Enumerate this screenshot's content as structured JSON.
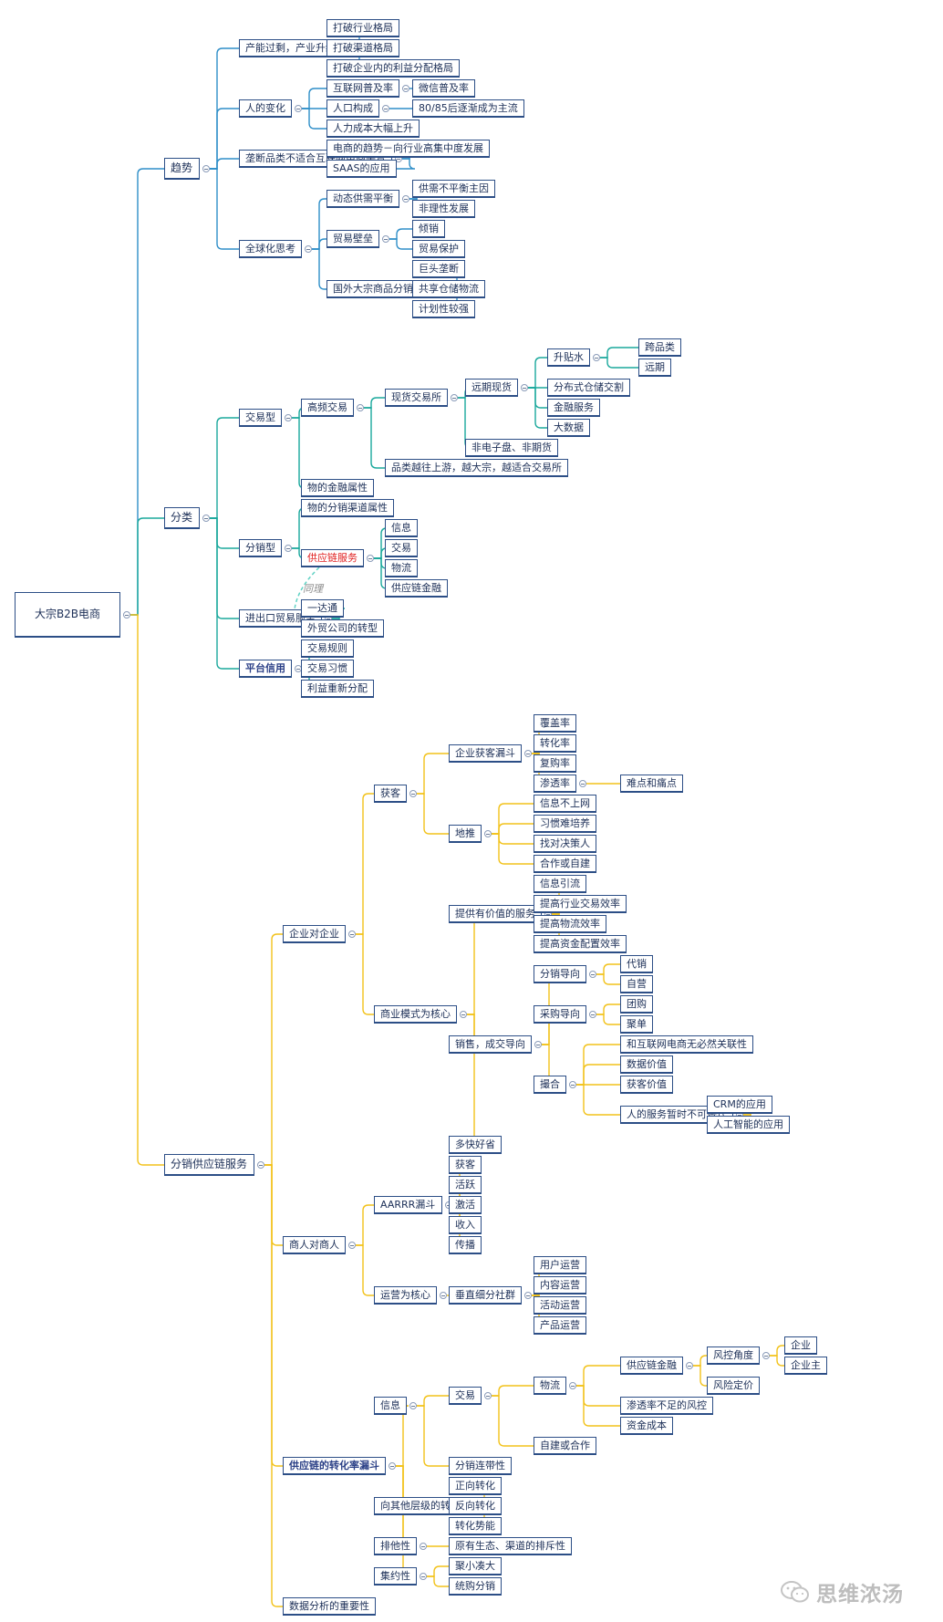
{
  "root": {
    "label": "大宗B2B电商",
    "children": [
      {
        "label": "趋势",
        "children": [
          {
            "label": "产能过剩，产业升级",
            "children": [
              {
                "label": "打破行业格局"
              },
              {
                "label": "打破渠道格局"
              },
              {
                "label": "打破企业内的利益分配格局"
              }
            ]
          },
          {
            "label": "人的变化",
            "children": [
              {
                "label": "互联网普及率",
                "children": [
                  {
                    "label": "微信普及率"
                  }
                ]
              },
              {
                "label": "人口构成",
                "children": [
                  {
                    "label": "80/85后逐渐成为主流"
                  }
                ]
              },
              {
                "label": "人力成本大幅上升"
              }
            ]
          },
          {
            "label": "垄断品类不适合互联网电商平台",
            "children": [
              {
                "label": "电商的趋势－向行业高集中度发展"
              },
              {
                "label": "SAAS的应用"
              }
            ]
          },
          {
            "label": "全球化思考",
            "children": [
              {
                "label": "动态供需平衡",
                "children": [
                  {
                    "label": "供需不平衡主因"
                  },
                  {
                    "label": "非理性发展"
                  }
                ]
              },
              {
                "label": "贸易壁垒",
                "children": [
                  {
                    "label": "倾销"
                  },
                  {
                    "label": "贸易保护"
                  }
                ]
              },
              {
                "label": "国外大宗商品分销格局",
                "children": [
                  {
                    "label": "巨头垄断"
                  },
                  {
                    "label": "共享仓储物流"
                  },
                  {
                    "label": "计划性较强"
                  }
                ]
              }
            ]
          }
        ]
      },
      {
        "label": "分类",
        "children": [
          {
            "label": "交易型",
            "children": [
              {
                "label": "高频交易",
                "children": [
                  {
                    "label": "现货交易所",
                    "children": [
                      {
                        "label": "远期现货",
                        "children": [
                          {
                            "label": "升贴水",
                            "children": [
                              {
                                "label": "跨品类"
                              },
                              {
                                "label": "远期"
                              }
                            ]
                          },
                          {
                            "label": "分布式仓储交割"
                          },
                          {
                            "label": "金融服务"
                          },
                          {
                            "label": "大数据"
                          }
                        ]
                      },
                      {
                        "label": "非电子盘、非期货"
                      }
                    ]
                  },
                  {
                    "label": "品类越往上游，越大宗，越适合交易所"
                  }
                ]
              },
              {
                "label": "物的金融属性"
              }
            ]
          },
          {
            "label": "分销型",
            "children": [
              {
                "label": "物的分销渠道属性"
              },
              {
                "label": "供应链服务",
                "red": true,
                "children": [
                  {
                    "label": "信息"
                  },
                  {
                    "label": "交易"
                  },
                  {
                    "label": "物流"
                  },
                  {
                    "label": "供应链金融"
                  }
                ]
              }
            ]
          },
          {
            "label": "进出口贸易服务",
            "children": [
              {
                "label": "一达通"
              },
              {
                "label": "外贸公司的转型"
              }
            ]
          },
          {
            "label": "平台信用",
            "bold": true,
            "children": [
              {
                "label": "交易规则"
              },
              {
                "label": "交易习惯"
              },
              {
                "label": "利益重新分配"
              }
            ]
          }
        ]
      },
      {
        "label": "分销供应链服务",
        "children": [
          {
            "label": "企业对企业",
            "children": [
              {
                "label": "获客",
                "children": [
                  {
                    "label": "企业获客漏斗",
                    "children": [
                      {
                        "label": "覆盖率"
                      },
                      {
                        "label": "转化率"
                      },
                      {
                        "label": "复购率"
                      },
                      {
                        "label": "渗透率",
                        "children": [
                          {
                            "label": "难点和痛点"
                          }
                        ]
                      }
                    ]
                  },
                  {
                    "label": "地推",
                    "children": [
                      {
                        "label": "信息不上网"
                      },
                      {
                        "label": "习惯难培养"
                      },
                      {
                        "label": "找对决策人"
                      },
                      {
                        "label": "合作或自建"
                      }
                    ]
                  }
                ]
              },
              {
                "label": "商业模式为核心",
                "children": [
                  {
                    "label": "提供有价值的服务",
                    "children": [
                      {
                        "label": "信息引流"
                      },
                      {
                        "label": "提高行业交易效率"
                      },
                      {
                        "label": "提高物流效率"
                      },
                      {
                        "label": "提高资金配置效率"
                      }
                    ]
                  },
                  {
                    "label": "销售，成交导向",
                    "children": [
                      {
                        "label": "分销导向",
                        "children": [
                          {
                            "label": "代销"
                          },
                          {
                            "label": "自营"
                          }
                        ]
                      },
                      {
                        "label": "采购导向",
                        "children": [
                          {
                            "label": "团购"
                          },
                          {
                            "label": "聚单"
                          }
                        ]
                      },
                      {
                        "label": "撮合",
                        "children": [
                          {
                            "label": "和互联网电商无必然关联性"
                          },
                          {
                            "label": "数据价值"
                          },
                          {
                            "label": "获客价值"
                          },
                          {
                            "label": "人的服务暂时不可替代",
                            "children": [
                              {
                                "label": "CRM的应用"
                              },
                              {
                                "label": "人工智能的应用"
                              }
                            ]
                          }
                        ]
                      }
                    ]
                  },
                  {
                    "label": "多快好省"
                  }
                ]
              }
            ]
          },
          {
            "label": "商人对商人",
            "children": [
              {
                "label": "AARRR漏斗",
                "children": [
                  {
                    "label": "获客"
                  },
                  {
                    "label": "活跃"
                  },
                  {
                    "label": "激活"
                  },
                  {
                    "label": "收入"
                  },
                  {
                    "label": "传播"
                  }
                ]
              },
              {
                "label": "运营为核心",
                "children": [
                  {
                    "label": "垂直细分社群",
                    "children": [
                      {
                        "label": "用户运营"
                      },
                      {
                        "label": "内容运营"
                      },
                      {
                        "label": "活动运营"
                      },
                      {
                        "label": "产品运营"
                      }
                    ]
                  }
                ]
              }
            ]
          },
          {
            "label": "供应链的转化率漏斗",
            "bold": true,
            "children": [
              {
                "label": "信息",
                "children": [
                  {
                    "label": "交易",
                    "children": [
                      {
                        "label": "物流",
                        "children": [
                          {
                            "label": "供应链金融",
                            "children": [
                              {
                                "label": "风控角度",
                                "children": [
                                  {
                                    "label": "企业"
                                  },
                                  {
                                    "label": "企业主"
                                  }
                                ]
                              },
                              {
                                "label": "风险定价"
                              }
                            ]
                          },
                          {
                            "label": "渗透率不足的风控"
                          },
                          {
                            "label": "资金成本"
                          }
                        ]
                      },
                      {
                        "label": "自建或合作"
                      }
                    ]
                  },
                  {
                    "label": "分销连带性"
                  }
                ]
              },
              {
                "label": "向其他层级的转化",
                "children": [
                  {
                    "label": "正向转化"
                  },
                  {
                    "label": "反向转化"
                  },
                  {
                    "label": "转化势能"
                  }
                ]
              },
              {
                "label": "排他性",
                "children": [
                  {
                    "label": "原有生态、渠道的排斥性"
                  }
                ]
              },
              {
                "label": "集约性",
                "children": [
                  {
                    "label": "聚小凑大"
                  },
                  {
                    "label": "统购分销"
                  }
                ]
              }
            ]
          },
          {
            "label": "数据分析的重要性"
          }
        ]
      }
    ]
  },
  "annotation": {
    "label": "同理"
  },
  "watermark": {
    "text": "思维浓汤"
  },
  "colors": {
    "branch_trend": "#2e8ec8",
    "branch_category": "#1aa89c",
    "branch_supply": "#f2c21a",
    "node_border": "#2c4e86",
    "link_red": "#e02020",
    "dashed": "#5fd2c4"
  }
}
